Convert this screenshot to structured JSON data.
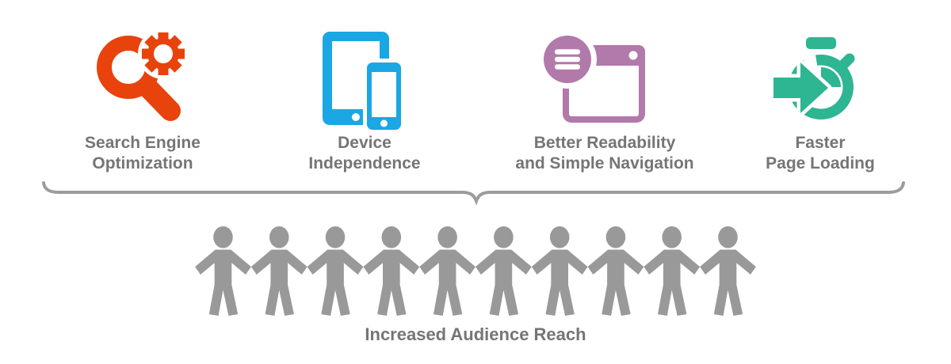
{
  "benefits": [
    {
      "icon": "seo-search-gear-icon",
      "label_line1": "Search Engine",
      "label_line2": "Optimization",
      "color": "#E8430C"
    },
    {
      "icon": "devices-tablet-phone-icon",
      "label_line1": "Device",
      "label_line2": "Independence",
      "color": "#1BA7E3"
    },
    {
      "icon": "readability-browser-list-icon",
      "label_line1": "Better Readability",
      "label_line2": "and Simple Navigation",
      "color": "#B279AB"
    },
    {
      "icon": "faster-loading-stopwatch-icon",
      "label_line1": "Faster",
      "label_line2": "Page Loading",
      "color": "#2EB592"
    }
  ],
  "audience": {
    "label": "Increased Audience Reach",
    "people_count": 10,
    "color": "#999999"
  },
  "brace_color": "#9C9C9C",
  "text_color": "#757575"
}
